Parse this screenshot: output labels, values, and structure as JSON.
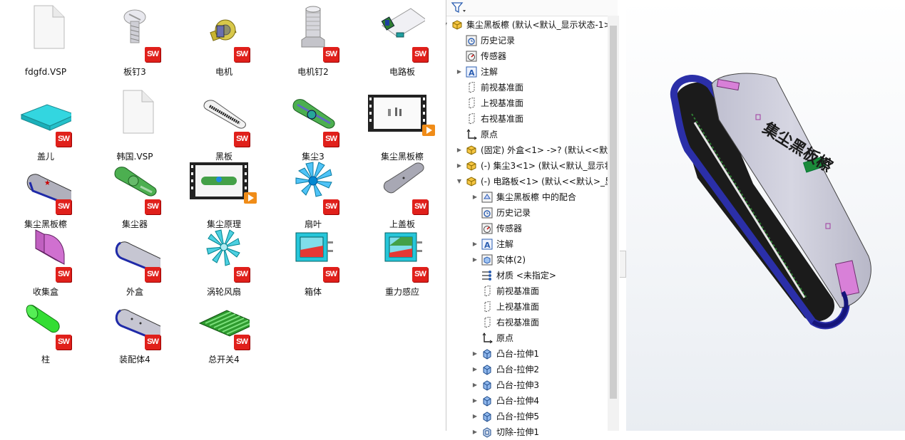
{
  "explorer": {
    "files": [
      {
        "name": "fdgfd.VSP"
      },
      {
        "name": "板钉3"
      },
      {
        "name": "电机"
      },
      {
        "name": "电机钉2"
      },
      {
        "name": "电路板"
      },
      {
        "name": "盖儿"
      },
      {
        "name": "韩国.VSP"
      },
      {
        "name": "黑板"
      },
      {
        "name": "集尘3"
      },
      {
        "name": "集尘黑板檫"
      },
      {
        "name": "集尘黑板檫"
      },
      {
        "name": "集尘器"
      },
      {
        "name": "集尘原理"
      },
      {
        "name": "扇叶"
      },
      {
        "name": "上盖板"
      },
      {
        "name": "收集盒"
      },
      {
        "name": "外盒"
      },
      {
        "name": "涡轮风扇"
      },
      {
        "name": "箱体"
      },
      {
        "name": "重力感应"
      },
      {
        "name": "柱"
      },
      {
        "name": "装配体4"
      },
      {
        "name": "总开关4"
      }
    ],
    "badge_text": "SW"
  },
  "tree": {
    "rows": [
      {
        "label": "集尘黑板檫 (默认<默认_显示状态-1>"
      },
      {
        "label": "历史记录"
      },
      {
        "label": "传感器"
      },
      {
        "label": "注解"
      },
      {
        "label": "前视基准面"
      },
      {
        "label": "上视基准面"
      },
      {
        "label": "右视基准面"
      },
      {
        "label": "原点"
      },
      {
        "label": "(固定) 外盒<1> ->? (默认<<默认"
      },
      {
        "label": "(-) 集尘3<1> (默认<默认_显示状"
      },
      {
        "label": "(-) 电路板<1> (默认<<默认>_显"
      },
      {
        "label": "集尘黑板檫 中的配合"
      },
      {
        "label": "历史记录"
      },
      {
        "label": "传感器"
      },
      {
        "label": "注解"
      },
      {
        "label": "实体(2)"
      },
      {
        "label": "材质 <未指定>"
      },
      {
        "label": "前视基准面"
      },
      {
        "label": "上视基准面"
      },
      {
        "label": "右视基准面"
      },
      {
        "label": "原点"
      },
      {
        "label": "凸台-拉伸1"
      },
      {
        "label": "凸台-拉伸2"
      },
      {
        "label": "凸台-拉伸3"
      },
      {
        "label": "凸台-拉伸4"
      },
      {
        "label": "凸台-拉伸5"
      },
      {
        "label": "切除-拉伸1"
      }
    ]
  },
  "viewport": {
    "model_text": "集尘黑板檫"
  },
  "colors": {
    "sw_badge": "#e0201b",
    "model_body": "#c8c8d8",
    "model_band": "#2b2fa8",
    "model_pink": "#d880d8"
  }
}
